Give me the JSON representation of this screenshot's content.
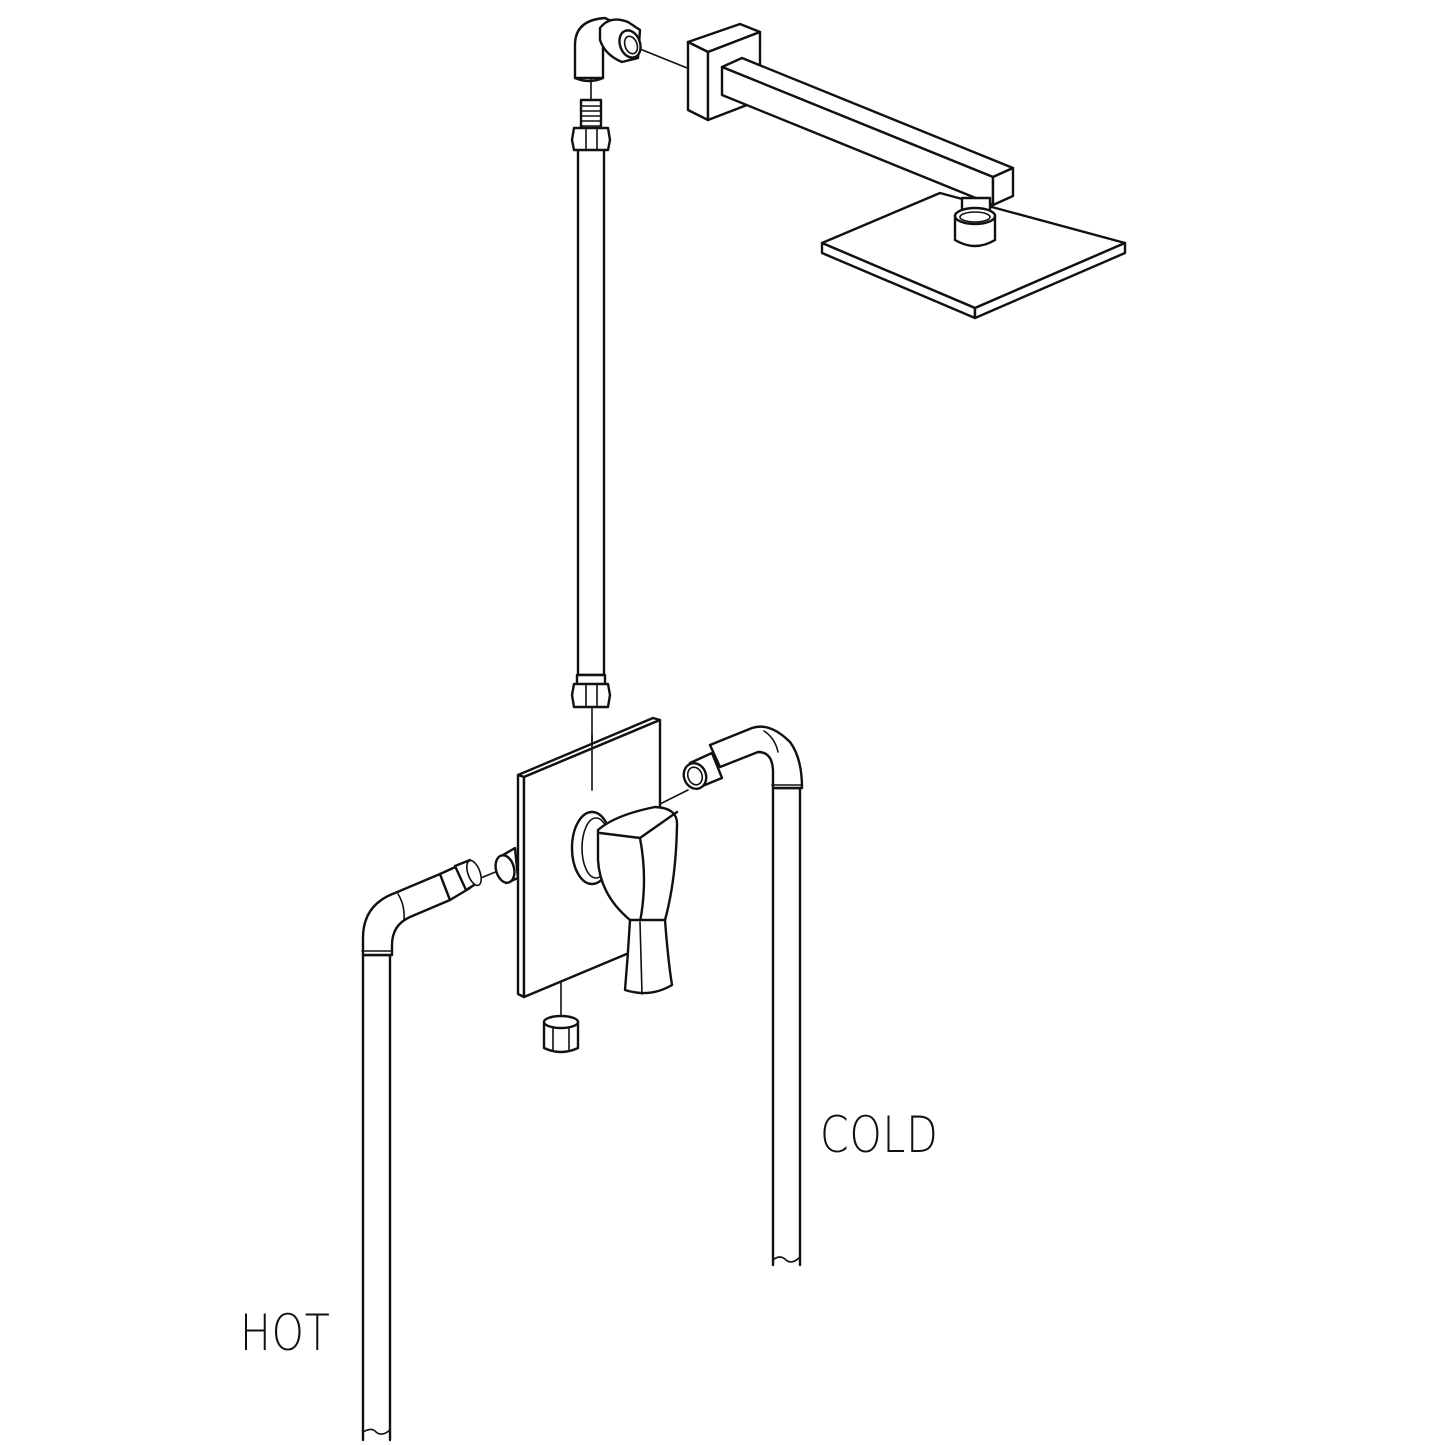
{
  "diagram": {
    "type": "exploded-installation-drawing",
    "subject": "shower system with wall-mounted rain head and single-handle valve",
    "line_color": "#111111",
    "background": "#ffffff"
  },
  "labels": {
    "hot": "HOT",
    "cold": "COLD"
  },
  "components": [
    {
      "id": "top-elbow",
      "name": "90° elbow fitting"
    },
    {
      "id": "wall-flange",
      "name": "square wall flange"
    },
    {
      "id": "shower-arm",
      "name": "square shower arm"
    },
    {
      "id": "shower-head",
      "name": "square rain shower head"
    },
    {
      "id": "swivel-connector",
      "name": "shower head ball joint"
    },
    {
      "id": "riser-pipe",
      "name": "riser pipe with threaded ends"
    },
    {
      "id": "valve-trim-plate",
      "name": "rectangular valve trim plate"
    },
    {
      "id": "lever-handle",
      "name": "single lever handle"
    },
    {
      "id": "hot-supply",
      "name": "hot water supply pipe with elbow and union nut"
    },
    {
      "id": "cold-supply",
      "name": "cold water supply pipe with elbow and union nut"
    },
    {
      "id": "bottom-cap",
      "name": "hex cap nut"
    }
  ]
}
